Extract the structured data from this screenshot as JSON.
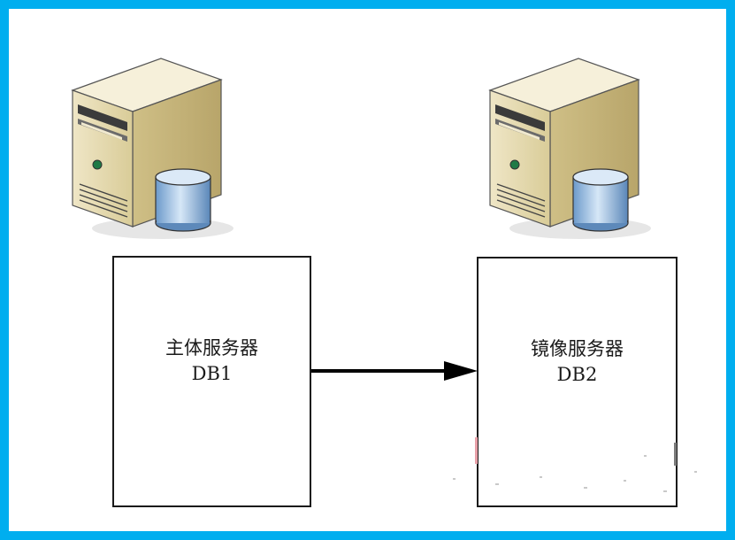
{
  "diagram": {
    "primary_server": {
      "name": "主体服务器",
      "db": "DB1"
    },
    "mirror_server": {
      "name": "镜像服务器",
      "db": "DB2"
    },
    "colors": {
      "frame": "#00aeef",
      "server_body": "#e9dfb8",
      "server_front": "#f4eed6",
      "database": "#9ec3e6",
      "border": "#1a1a1a"
    },
    "icons": [
      "server-icon",
      "database-icon",
      "arrow-right-icon"
    ]
  }
}
